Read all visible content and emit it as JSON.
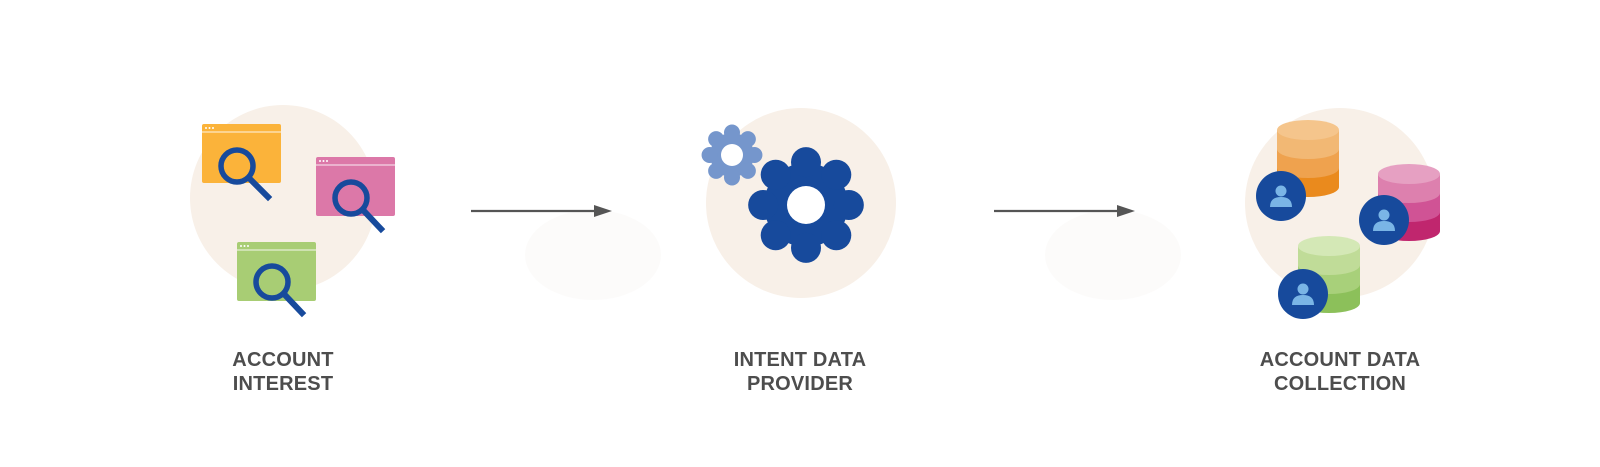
{
  "steps": [
    {
      "id": "account-interest",
      "label_line1": "ACCOUNT",
      "label_line2": "INTEREST",
      "icon": "browser-search-icons"
    },
    {
      "id": "intent-data-provider",
      "label_line1": "INTENT DATA",
      "label_line2": "PROVIDER",
      "icon": "gears-icon"
    },
    {
      "id": "account-data-collection",
      "label_line1": "ACCOUNT DATA",
      "label_line2": "COLLECTION",
      "icon": "database-user-icons"
    }
  ],
  "connectors": [
    {
      "from": "account-interest",
      "to": "intent-data-provider",
      "icon": "arrow-right-icon"
    },
    {
      "from": "intent-data-provider",
      "to": "account-data-collection",
      "icon": "arrow-right-icon"
    }
  ],
  "colors": {
    "circle_bg": "#f8f0e8",
    "label_text": "#4d4d4d",
    "arrow": "#555555",
    "dark_blue": "#174a9c",
    "light_blue": "#7596cc",
    "yellow": "#fbb33a",
    "pink": "#dc78a8",
    "green": "#a8cd74",
    "orange": "#f1a04a",
    "magenta": "#c7307f",
    "lime": "#9dca62"
  }
}
